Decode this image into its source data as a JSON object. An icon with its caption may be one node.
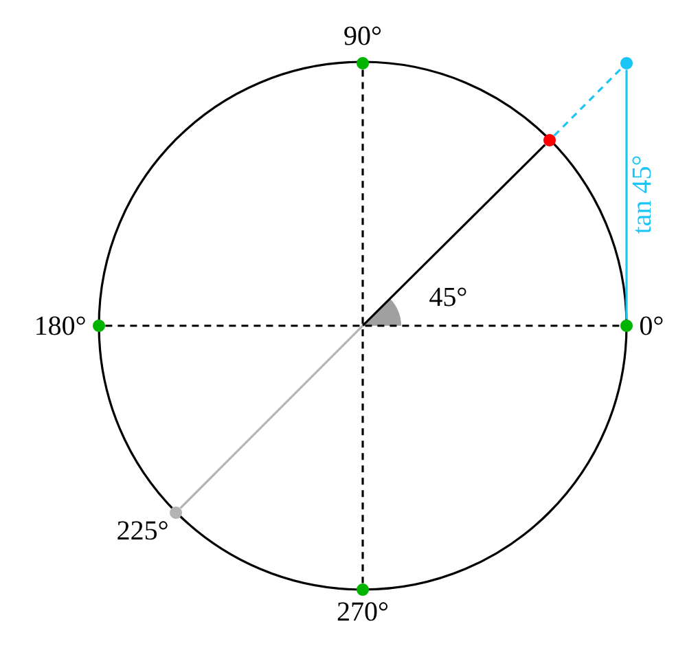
{
  "diagram": {
    "nodes": [
      {
        "text": [],
        "shape": "circle",
        "beside": [
          "0°"
        ]
      },
      {
        "text": [],
        "shape": "circle",
        "beside": [
          "90°"
        ]
      },
      {
        "text": [],
        "shape": "circle",
        "beside": [
          "180°"
        ]
      },
      {
        "text": [],
        "shape": "circle",
        "beside": [
          "270°"
        ]
      },
      {
        "text": [],
        "shape": "circle"
      },
      {
        "text": [],
        "shape": "circle",
        "beside": [
          "225°"
        ]
      },
      {
        "text": [],
        "shape": "circle"
      }
    ],
    "edges": [
      {
        "from": 2,
        "to": 0,
        "arrow": "none",
        "style": "dashed"
      },
      {
        "from": 1,
        "to": 3,
        "arrow": "none",
        "style": "dashed"
      },
      {
        "from": null,
        "to": 4,
        "arrow": "none"
      },
      {
        "from": null,
        "to": 5,
        "arrow": "none",
        "color": "#b4b4b4"
      },
      {
        "from": 4,
        "to": 6,
        "arrow": "none",
        "style": "dashed",
        "color": "#1ac6f5"
      },
      {
        "from": 0,
        "to": 6,
        "arrow": "none",
        "color": "#1ac6f5",
        "label": "tan 45°"
      }
    ],
    "labels": [
      "45°"
    ]
  }
}
